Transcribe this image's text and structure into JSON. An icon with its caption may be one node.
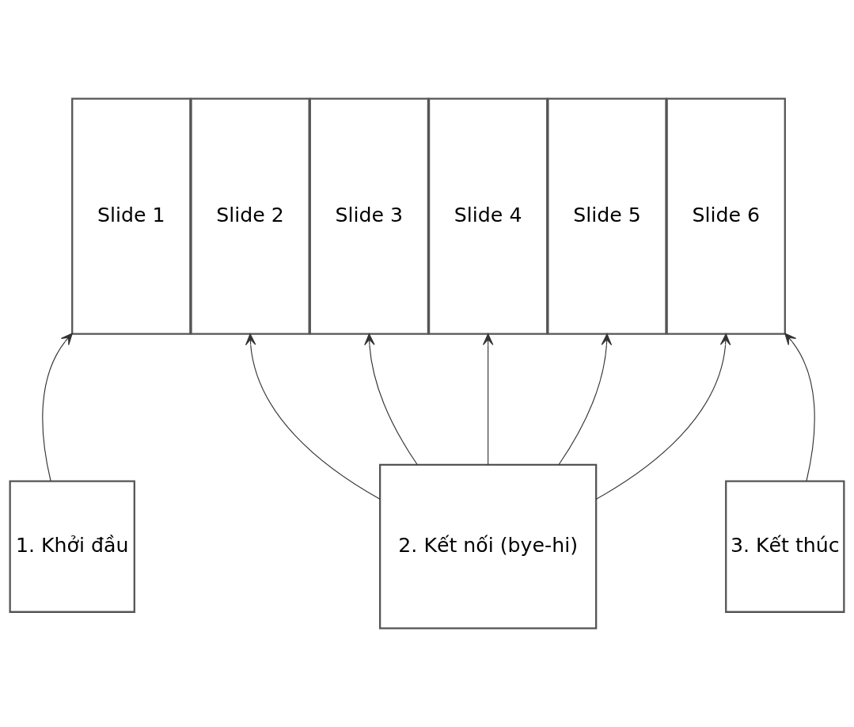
{
  "diagram": {
    "nodes": [
      {
        "text": [
          "Slide 1"
        ]
      },
      {
        "text": [
          "Slide 2"
        ]
      },
      {
        "text": [
          "Slide 3"
        ]
      },
      {
        "text": [
          "Slide 4"
        ]
      },
      {
        "text": [
          "Slide 5"
        ]
      },
      {
        "text": [
          "Slide 6"
        ]
      },
      {
        "text": [
          "1. Khởi đầu"
        ]
      },
      {
        "text": [
          "2. Kết nối (bye-hi)"
        ]
      },
      {
        "text": [
          "3. Kết thúc"
        ]
      }
    ],
    "edges": [
      {
        "from": 6,
        "to": 0,
        "arrow": "to"
      },
      {
        "from": 7,
        "to": 1,
        "arrow": "to"
      },
      {
        "from": 7,
        "to": 2,
        "arrow": "to"
      },
      {
        "from": 7,
        "to": 3,
        "arrow": "to"
      },
      {
        "from": 7,
        "to": 4,
        "arrow": "to"
      },
      {
        "from": 7,
        "to": 5,
        "arrow": "to"
      },
      {
        "from": 8,
        "to": 5,
        "arrow": "to"
      }
    ]
  }
}
